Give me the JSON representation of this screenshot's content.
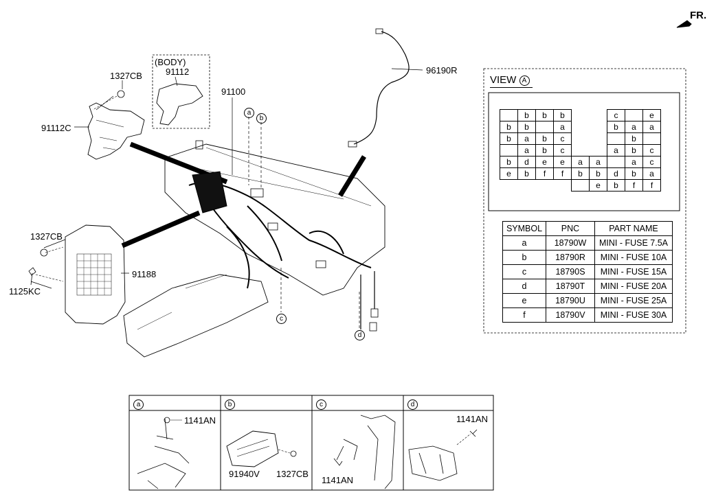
{
  "direction": {
    "label": "FR."
  },
  "callouts": {
    "c1327cb_top": "1327CB",
    "c91112c": "91112C",
    "body_group": "(BODY)",
    "c91112": "91112",
    "c91100": "91100",
    "c96190r": "96190R",
    "c1327cb_left": "1327CB",
    "c91188": "91188",
    "c1125kc": "1125KC",
    "ref_a": "a",
    "ref_b": "b",
    "ref_c": "c",
    "ref_d": "d"
  },
  "view_a": {
    "title": "VIEW",
    "marker": "A",
    "fuse_grid": [
      [
        "",
        "b",
        "b",
        "b",
        null,
        null,
        "c",
        "",
        "e"
      ],
      [
        "b",
        "b",
        "",
        "a",
        null,
        null,
        "b",
        "a",
        "a"
      ],
      [
        "b",
        "a",
        "b",
        "c",
        null,
        null,
        "",
        "b",
        ""
      ],
      [
        "",
        "a",
        "b",
        "c",
        null,
        null,
        "a",
        "b",
        "c"
      ],
      [
        "b",
        "d",
        "e",
        "e",
        "a",
        "a",
        "",
        "a",
        "c"
      ],
      [
        "e",
        "b",
        "f",
        "f",
        "b",
        "b",
        "d",
        "b",
        "a"
      ],
      [
        null,
        null,
        null,
        null,
        "",
        "e",
        "b",
        "f",
        "f"
      ]
    ],
    "parts_table": {
      "headers": [
        "SYMBOL",
        "PNC",
        "PART NAME"
      ],
      "rows": [
        [
          "a",
          "18790W",
          "MINI - FUSE 7.5A"
        ],
        [
          "b",
          "18790R",
          "MINI - FUSE 10A"
        ],
        [
          "c",
          "18790S",
          "MINI - FUSE 15A"
        ],
        [
          "d",
          "18790T",
          "MINI - FUSE 20A"
        ],
        [
          "e",
          "18790U",
          "MINI - FUSE 25A"
        ],
        [
          "f",
          "18790V",
          "MINI - FUSE 30A"
        ]
      ]
    }
  },
  "details": [
    {
      "key": "a",
      "labels": [
        "1141AN"
      ]
    },
    {
      "key": "b",
      "labels": [
        "91940V",
        "1327CB"
      ]
    },
    {
      "key": "c",
      "labels": [
        "1141AN"
      ]
    },
    {
      "key": "d",
      "labels": [
        "1141AN"
      ]
    }
  ]
}
